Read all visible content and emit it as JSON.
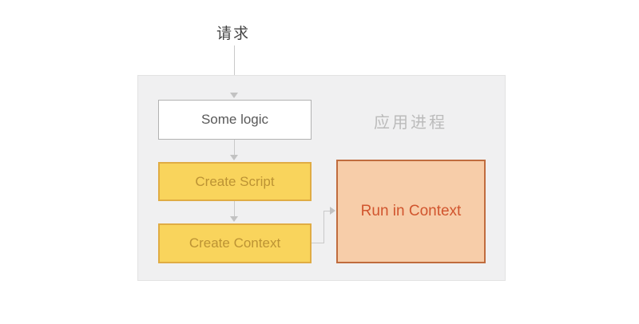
{
  "diagram": {
    "request_label": "请求",
    "process_label": "应用进程",
    "nodes": [
      {
        "id": "some-logic",
        "label": "Some logic",
        "style": "plain"
      },
      {
        "id": "create-script",
        "label": "Create Script",
        "style": "yellow"
      },
      {
        "id": "create-context",
        "label": "Create Context",
        "style": "yellow"
      },
      {
        "id": "run-in-context",
        "label": "Run in Context",
        "style": "orange"
      }
    ],
    "edges": [
      {
        "from": "request",
        "to": "some-logic",
        "shape": "straight-down"
      },
      {
        "from": "some-logic",
        "to": "create-script",
        "shape": "straight-down"
      },
      {
        "from": "create-script",
        "to": "create-context",
        "shape": "straight-down"
      },
      {
        "from": "create-context",
        "to": "run-in-context",
        "shape": "elbow-right-up-right"
      }
    ],
    "colors": {
      "page_bg": "#ffffff",
      "container_bg": "#f0f0f1",
      "container_border": "#e3e3e3",
      "plain_box_bg": "#ffffff",
      "plain_box_border": "#b2b2b2",
      "plain_box_text": "#595959",
      "yellow_box_bg": "#f9d45c",
      "yellow_box_border": "#e0ac44",
      "yellow_box_text": "#bc9334",
      "orange_box_bg": "#f7cda9",
      "orange_box_border": "#c06c3e",
      "orange_box_text": "#d1552e",
      "arrow": "#c2c2c2",
      "request_text": "#454545",
      "process_label_text": "#bbbbbb"
    }
  }
}
